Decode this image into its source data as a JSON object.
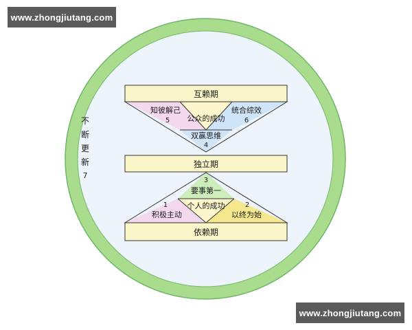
{
  "watermarks": {
    "top": "www.zhongjiutang.com",
    "bottom": "www.zhongjiutang.com"
  },
  "diagram": {
    "interdependence_bar": "互赖期",
    "independence_bar": "独立期",
    "dependence_bar": "依赖期",
    "renewal": {
      "chars": [
        "不",
        "断",
        "更",
        "新"
      ],
      "number": "7"
    },
    "public_victory": "公众的成功",
    "private_victory": "个人的成功",
    "habits": {
      "h1": {
        "label": "积极主动",
        "number": "1"
      },
      "h2": {
        "label": "以终为始",
        "number": "2"
      },
      "h3": {
        "label": "要事第一",
        "number": "3"
      },
      "h4": {
        "label": "双赢思维",
        "number": "4"
      },
      "h5": {
        "label": "知彼解己",
        "number": "5"
      },
      "h6": {
        "label": "统合综效",
        "number": "6"
      }
    }
  },
  "colors": {
    "ring": "#a9dc8c",
    "ring_stroke": "#6fb56a",
    "disc": "#eef4fc",
    "bar": "#fbf6c9",
    "pink": "#f4d8ee",
    "green": "#cdeebb",
    "blue": "#cfe4f7",
    "yellow": "#f6e88e",
    "pale_yellow": "#fdf6cc"
  }
}
